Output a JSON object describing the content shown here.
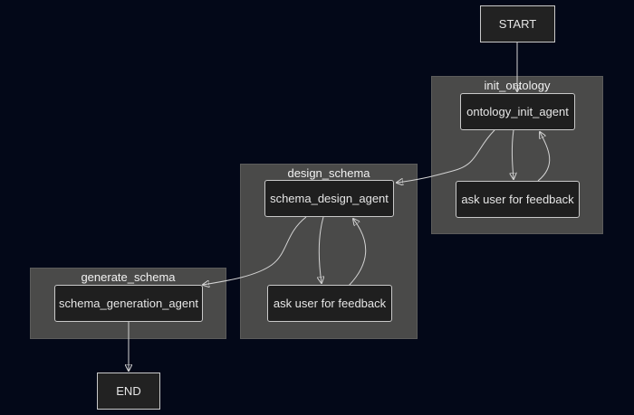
{
  "diagram": {
    "nodes": {
      "start": "START",
      "ontology_init_agent": "ontology_init_agent",
      "ontology_feedback": "ask user for feedback",
      "schema_design_agent": "schema_design_agent",
      "design_feedback": "ask user for feedback",
      "schema_generation_agent": "schema_generation_agent",
      "end": "END"
    },
    "clusters": {
      "init_ontology": "init_ontology",
      "design_schema": "design_schema",
      "generate_schema": "generate_schema"
    },
    "edges": [
      {
        "from": "START",
        "to": "ontology_init_agent"
      },
      {
        "from": "ontology_init_agent",
        "to": "ask user for feedback"
      },
      {
        "from": "ask user for feedback",
        "to": "ontology_init_agent"
      },
      {
        "from": "ontology_init_agent",
        "to": "schema_design_agent"
      },
      {
        "from": "schema_design_agent",
        "to": "ask user for feedback"
      },
      {
        "from": "ask user for feedback",
        "to": "schema_design_agent"
      },
      {
        "from": "schema_design_agent",
        "to": "schema_generation_agent"
      },
      {
        "from": "schema_generation_agent",
        "to": "END"
      }
    ],
    "colors": {
      "background": "#030818",
      "cluster_fill": "#4a4a49",
      "node_fill": "#1f1f1f",
      "node_border": "#c9c9c9",
      "edge": "#d4d4d4",
      "text": "#e6e6e6"
    }
  }
}
